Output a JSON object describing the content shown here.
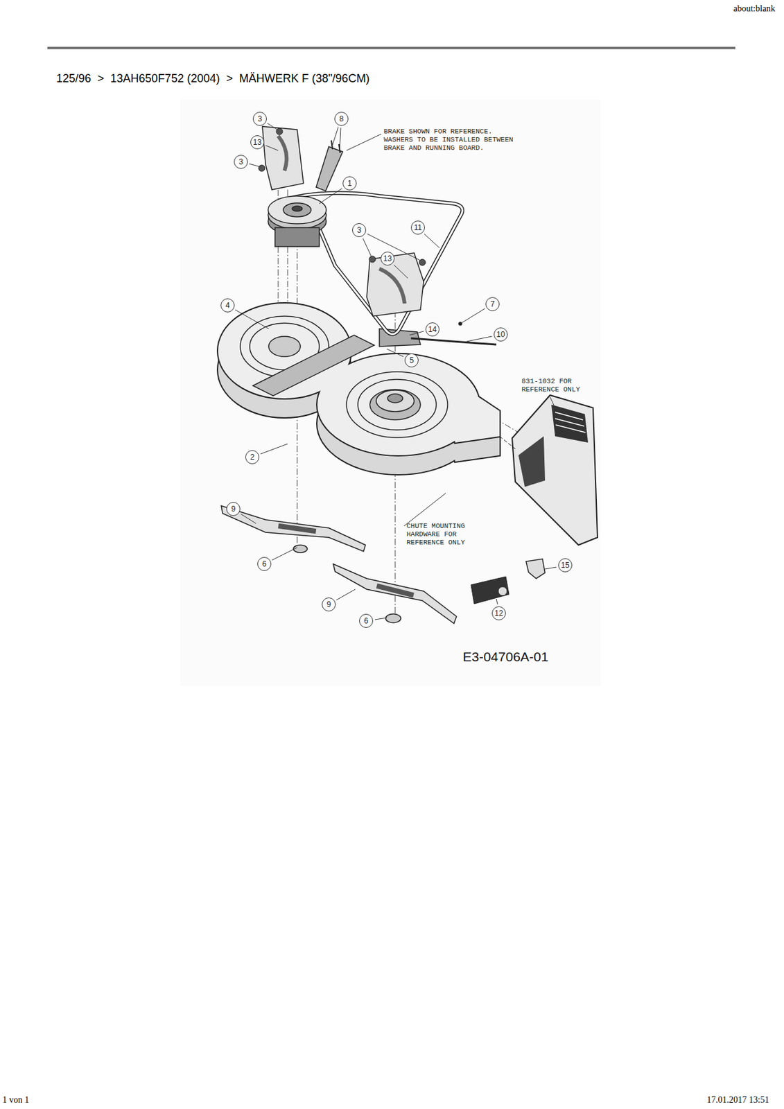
{
  "diagram": {
    "title": "125/96  >  13AH650F752 (2004)  >  MÄHWERK F (38\"/96CM)",
    "labels": [
      "about:blank",
      "3",
      "8",
      "13",
      "3",
      "1",
      "3",
      "11",
      "13",
      "4",
      "7",
      "14",
      "10",
      "5",
      "2",
      "9",
      "6",
      "9",
      "6",
      "15",
      "12",
      "BRAKE SHOWN FOR REFERENCE. WASHERS TO BE INSTALLED BETWEEN BRAKE AND RUNNING BOARD.",
      "831-1032 FOR REFERENCE ONLY",
      "CHUTE MOUNTING HARDWARE FOR REFERENCE ONLY",
      "E3-04706A-01",
      "1 von 1",
      "17.01.2017 13:51"
    ]
  }
}
